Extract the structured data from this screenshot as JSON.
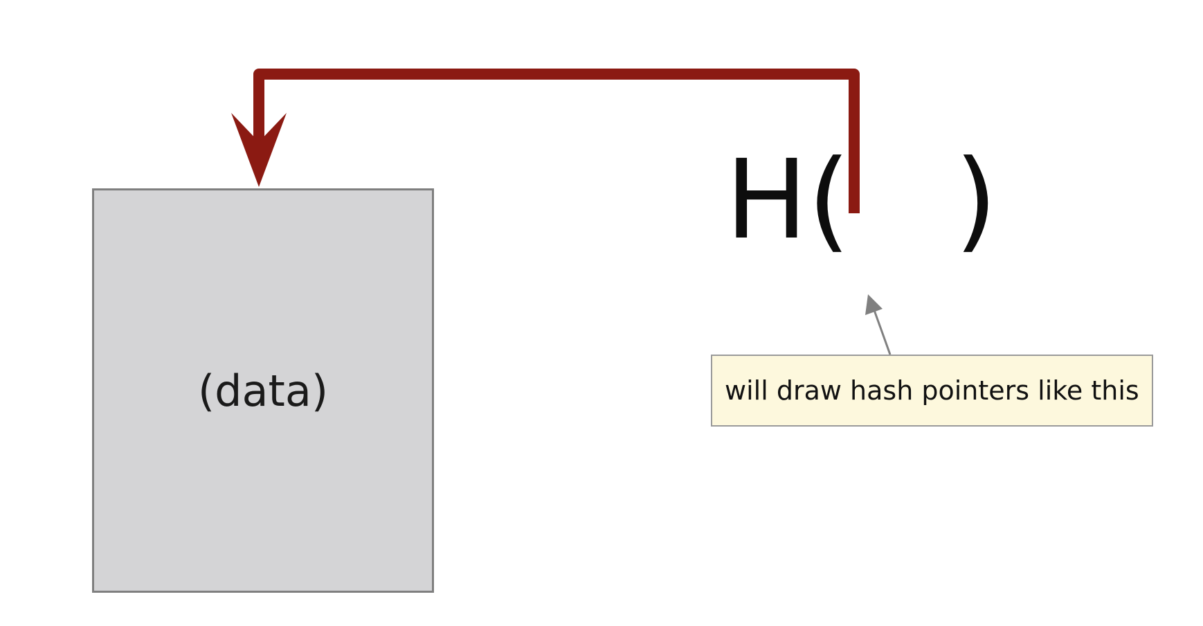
{
  "diagram": {
    "data_block_label": "(data)",
    "hash_function_text": "H(   )",
    "callout_text": "will draw hash pointers like this"
  },
  "colors": {
    "pointer": "#8b1a12",
    "data_block_fill": "#d4d4d6",
    "data_block_border": "#7f7f7f",
    "callout_fill": "#fdf8dd",
    "callout_border": "#9a9a9a",
    "callout_arrow": "#808080"
  }
}
